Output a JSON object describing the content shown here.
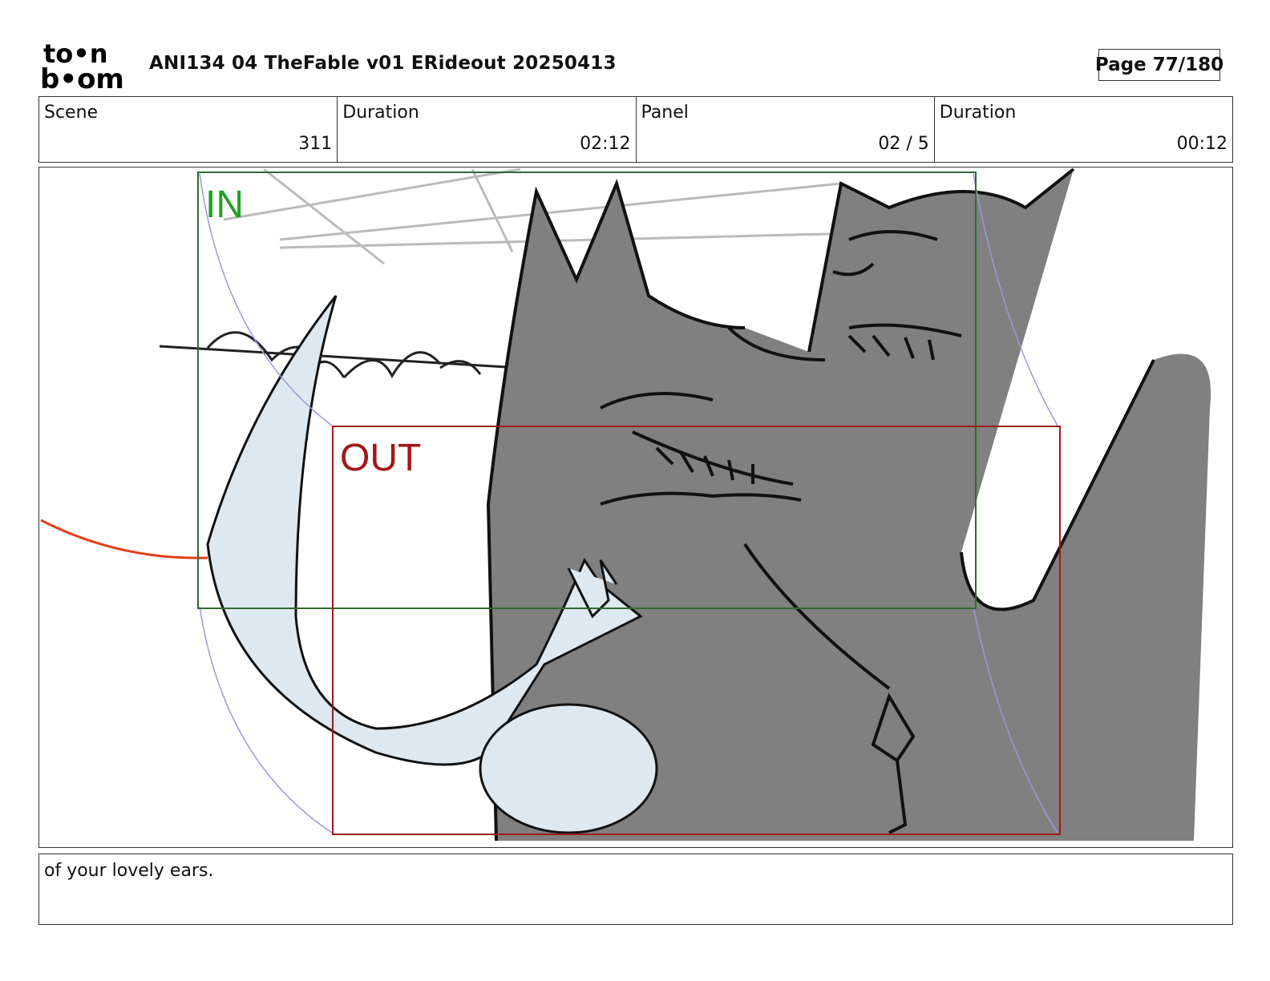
{
  "header": {
    "logo_line1": "to•n",
    "logo_line2": "b•om",
    "title": "ANI134 04 TheFable v01 ERideout 20250413",
    "page_label": "Page",
    "page_value": "77/180"
  },
  "info": {
    "scene_label": "Scene",
    "scene_value": "311",
    "duration_label": "Duration",
    "duration_value": "02:12",
    "panel_label": "Panel",
    "panel_value": "02 / 5",
    "panel_duration_label": "Duration",
    "panel_duration_value": "00:12"
  },
  "panel": {
    "in_label": "IN",
    "out_label": "OUT",
    "colors": {
      "in_frame": "#2e6b2e",
      "in_text": "#22a022",
      "out_frame": "#a01818",
      "creature": "#808080",
      "hand": "#dde8f0",
      "motion_line": "#e0401a",
      "guide": "#9a9ad8"
    }
  },
  "dialogue": {
    "text": "of your lovely ears."
  }
}
